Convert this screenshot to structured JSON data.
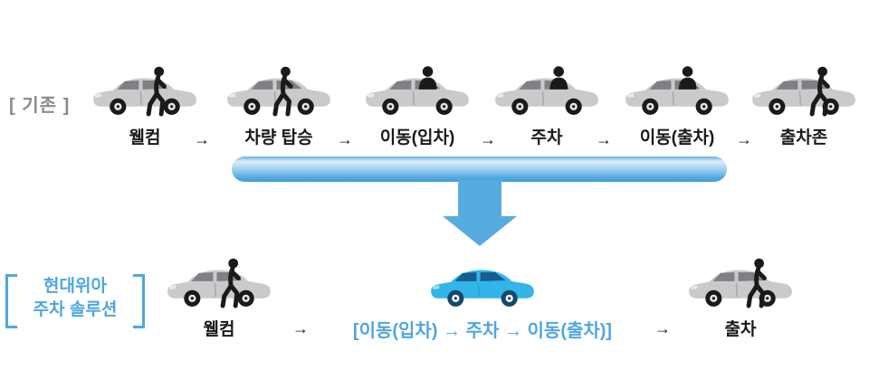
{
  "colors": {
    "accent_blue": "#4FA7DD",
    "arrow_blue": "#57ACDF",
    "text_dark": "#1A1A1A",
    "label_gray": "#8A8A8A",
    "car_gray_body": "#C9CACC",
    "car_gray_window": "#7E8083",
    "car_blue_body": "#33B5E8",
    "car_blue_window": "#155E90"
  },
  "legacy": {
    "row_label": "[ 기존 ]",
    "arrow": "→",
    "steps": [
      {
        "label": "웰컴"
      },
      {
        "label": "차량 탑승"
      },
      {
        "label": "이동(입차)"
      },
      {
        "label": "주차"
      },
      {
        "label": "이동(출차)"
      },
      {
        "label": "출차존"
      }
    ]
  },
  "solution": {
    "row_label_line1": "현대위아",
    "row_label_line2": "주차 솔루션",
    "arrow": "→",
    "steps": [
      {
        "label": "웰컴"
      },
      {
        "label": "[이동(입차) → 주차 → 이동(출차)]"
      },
      {
        "label": "출차"
      }
    ]
  }
}
